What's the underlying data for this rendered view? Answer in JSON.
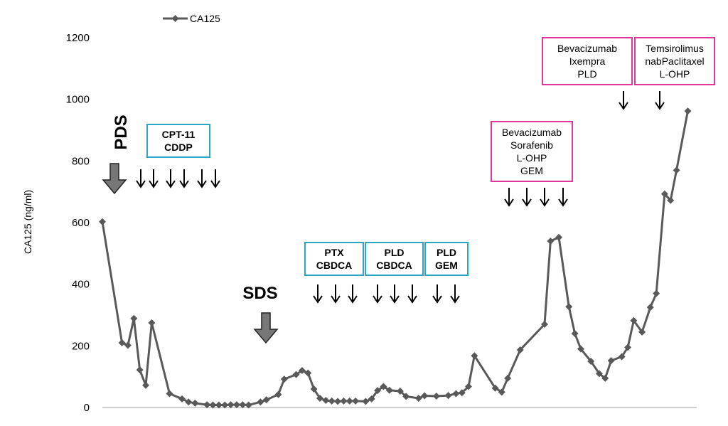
{
  "chart_data": {
    "type": "line",
    "ylabel": "CA125 (ng/ml)",
    "xlabel": "",
    "ylim": [
      0,
      1200
    ],
    "yticks": [
      0,
      200,
      400,
      600,
      800,
      1000,
      1200
    ],
    "grid": false,
    "legend_position": "top-left",
    "series": [
      {
        "name": "CA125",
        "color": "#595959",
        "values": [
          603,
          210,
          202,
          289,
          122,
          72,
          275,
          45,
          28,
          18,
          14,
          9,
          8,
          8,
          8,
          9,
          9,
          9,
          8,
          18,
          25,
          42,
          92,
          107,
          120,
          112,
          60,
          30,
          23,
          21,
          20,
          21,
          21,
          21,
          20,
          28,
          55,
          68,
          56,
          53,
          36,
          30,
          38,
          37,
          39,
          45,
          48,
          68,
          168,
          63,
          50,
          95,
          187,
          270,
          540,
          552,
          327,
          240,
          190,
          150,
          110,
          95,
          152,
          165,
          195,
          282,
          245,
          325,
          370,
          693,
          672,
          770,
          962
        ],
        "x": [
          0,
          3.3,
          4.3,
          5.3,
          6.3,
          7.3,
          8.3,
          11.3,
          13.4,
          14.5,
          15.6,
          17.6,
          18.6,
          19.6,
          20.6,
          21.6,
          22.6,
          23.6,
          24.6,
          26.6,
          27.6,
          29.6,
          30.6,
          32.6,
          33.6,
          34.6,
          35.6,
          36.6,
          37.6,
          38.6,
          39.6,
          40.6,
          41.6,
          42.6,
          44.3,
          45.3,
          46.3,
          47.3,
          48.3,
          50.1,
          51.1,
          53.2,
          54.2,
          56.2,
          58.2,
          59.5,
          60.5,
          61.6,
          62.6,
          66.1,
          67.2,
          68.2,
          70.3,
          74.4,
          75.4,
          76.8,
          78.5,
          79.5,
          80.5,
          82.2,
          83.6,
          84.6,
          85.6,
          87.4,
          88.4,
          89.4,
          90.8,
          92.2,
          93.2,
          94.6,
          95.6,
          96.6,
          98.5
        ]
      }
    ]
  },
  "legend": {
    "label": "CA125"
  },
  "annotations": {
    "pds": "PDS",
    "sds": "SDS",
    "boxes": [
      {
        "lines": [
          "CPT-11",
          "CDDP"
        ],
        "color": "#2aa7c6",
        "bold": true
      },
      {
        "lines": [
          "PTX",
          "CBDCA"
        ],
        "color": "#2aa7c6",
        "bold": true
      },
      {
        "lines": [
          "PLD",
          "CBDCA"
        ],
        "color": "#2aa7c6",
        "bold": true
      },
      {
        "lines": [
          "PLD",
          "GEM"
        ],
        "color": "#2aa7c6",
        "bold": true
      },
      {
        "lines": [
          "Bevacizumab",
          "Sorafenib",
          "L-OHP",
          "GEM"
        ],
        "color": "#e0359a",
        "bold": false
      },
      {
        "lines": [
          "Bevacizumab",
          "Ixempra",
          "PLD"
        ],
        "color": "#e0359a",
        "bold": false
      },
      {
        "lines": [
          "Temsirolimus",
          "nabPaclitaxel",
          "L-OHP"
        ],
        "color": "#e0359a",
        "bold": false
      }
    ]
  }
}
